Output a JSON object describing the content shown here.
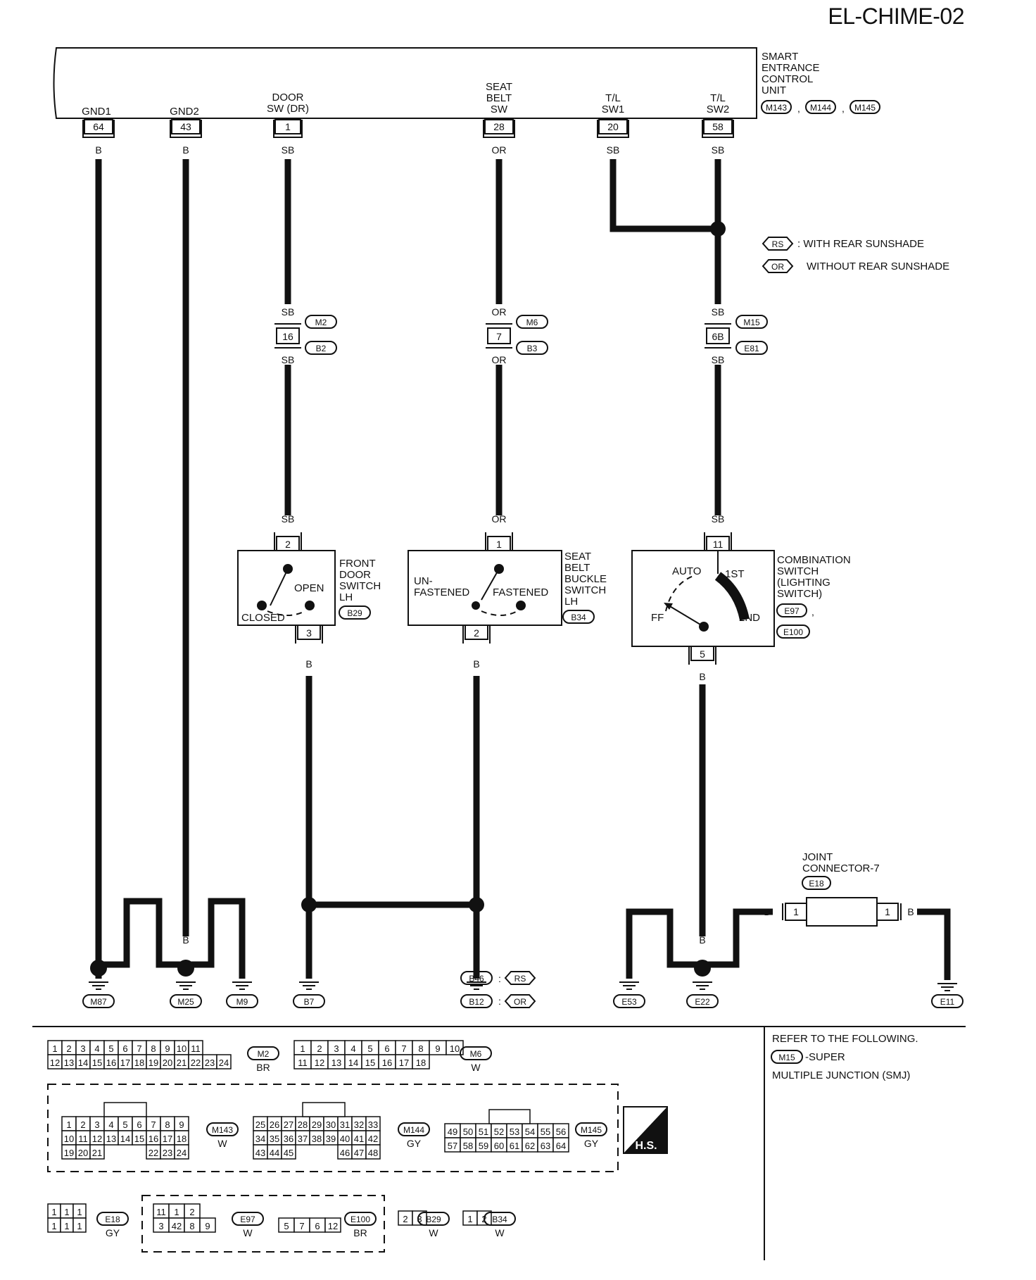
{
  "page_id": "EL-CHIME-02",
  "unit": {
    "name_lines": [
      "SMART",
      "ENTRANCE",
      "CONTROL",
      "UNIT"
    ],
    "connectors": [
      "M143",
      "M144",
      "M145"
    ],
    "terminals": [
      {
        "name": [
          "GND1"
        ],
        "pin": "64",
        "color": "B"
      },
      {
        "name": [
          "GND2"
        ],
        "pin": "43",
        "color": "B"
      },
      {
        "name": [
          "DOOR",
          "SW (DR)"
        ],
        "pin": "1",
        "color": "SB"
      },
      {
        "name": [
          "SEAT",
          "BELT",
          "SW"
        ],
        "pin": "28",
        "color": "OR"
      },
      {
        "name": [
          "T/L",
          "SW1"
        ],
        "pin": "20",
        "color": "SB"
      },
      {
        "name": [
          "T/L",
          "SW2"
        ],
        "pin": "58",
        "color": "SB"
      }
    ]
  },
  "legend": [
    {
      "tag": "RS",
      "text": ": WITH REAR SUNSHADE"
    },
    {
      "tag": "OR",
      "text": "WITHOUT REAR SUNSHADE"
    }
  ],
  "junctions": [
    {
      "pin": "16",
      "color": "SB",
      "top": "M2",
      "bottom": "B2"
    },
    {
      "pin": "7",
      "color": "OR",
      "top": "M6",
      "bottom": "B3"
    },
    {
      "pin": "6B",
      "color": "SB",
      "top": "M15",
      "bottom": "E81"
    }
  ],
  "door_switch": {
    "label": [
      "FRONT",
      "DOOR",
      "SWITCH",
      "LH"
    ],
    "connector": "B29",
    "pin_in": "2",
    "pin_out": "3",
    "states": [
      "OPEN",
      "CLOSED"
    ],
    "wire_in": "SB",
    "wire_out": "B"
  },
  "buckle_switch": {
    "label": [
      "SEAT",
      "BELT",
      "BUCKLE",
      "SWITCH",
      "LH"
    ],
    "connector": "B34",
    "pin_in": "1",
    "pin_out": "2",
    "states": [
      "UN-",
      "FASTENED",
      "FASTENED"
    ],
    "wire_in": "OR",
    "wire_out": "B"
  },
  "combo_switch": {
    "label": [
      "COMBINATION",
      "SWITCH",
      "(LIGHTING",
      "SWITCH)"
    ],
    "connectors": [
      "E97",
      "E100"
    ],
    "pin_in": "11",
    "pin_out": "5",
    "positions": [
      "AUTO",
      "1ST",
      "FF",
      "2ND"
    ],
    "wire_in": "SB",
    "wire_out": "B"
  },
  "joint": {
    "label": [
      "JOINT",
      "CONNECTOR-7"
    ],
    "connector": "E18",
    "pin_left": "1",
    "pin_right": "1",
    "wire": "B"
  },
  "grounds": [
    "M87",
    "M25",
    "M9",
    "B7",
    "B46",
    "B12",
    "E53",
    "E22",
    "E11"
  ],
  "ground_notes": [
    {
      "id": "B46",
      "tag": "RS"
    },
    {
      "id": "B12",
      "tag": "OR"
    }
  ],
  "refer": {
    "lines": [
      "REFER TO THE FOLLOWING.",
      "-SUPER",
      "MULTIPLE JUNCTION (SMJ)"
    ],
    "connector": "M15"
  },
  "hs_label": "H.S.",
  "connector_views": {
    "M2": {
      "color": "BR",
      "row1": [
        "1",
        "2",
        "3",
        "4",
        "5",
        "6",
        "7",
        "8",
        "9",
        "10",
        "11"
      ],
      "row2": [
        "12",
        "13",
        "14",
        "15",
        "16",
        "17",
        "18",
        "19",
        "20",
        "21",
        "22",
        "23",
        "24"
      ]
    },
    "M6": {
      "color": "W",
      "row1": [
        "1",
        "2",
        "3",
        "4",
        "5",
        "6",
        "7",
        "8",
        "9",
        "10"
      ],
      "row2": [
        "11",
        "12",
        "13",
        "14",
        "15",
        "16",
        "17",
        "18"
      ]
    },
    "M143": {
      "color": "W",
      "row1": [
        "1",
        "2",
        "3",
        "4",
        "5",
        "6",
        "7",
        "8",
        "9"
      ],
      "row2": [
        "10",
        "11",
        "12",
        "13",
        "14",
        "15",
        "16",
        "17",
        "18"
      ],
      "row3": [
        "19",
        "20",
        "21",
        "22",
        "23",
        "24"
      ]
    },
    "M144": {
      "color": "GY",
      "row1": [
        "25",
        "26",
        "27",
        "28",
        "29",
        "30",
        "31",
        "32",
        "33"
      ],
      "row2": [
        "34",
        "35",
        "36",
        "37",
        "38",
        "39",
        "40",
        "41",
        "42"
      ],
      "row3": [
        "43",
        "44",
        "45",
        "46",
        "47",
        "48"
      ]
    },
    "M145": {
      "color": "GY",
      "row1": [
        "49",
        "50",
        "51",
        "52",
        "53",
        "54",
        "55",
        "56"
      ],
      "row2": [
        "57",
        "58",
        "59",
        "60",
        "61",
        "62",
        "63",
        "64"
      ]
    },
    "E18": {
      "color": "GY",
      "row1": [
        "1",
        "1",
        "1"
      ],
      "row2": [
        "1",
        "1",
        "1"
      ]
    },
    "E97": {
      "color": "W",
      "row1": [
        "11",
        "1",
        "2"
      ],
      "row2": [
        "3",
        "42",
        "8",
        "9"
      ]
    },
    "E100": {
      "color": "BR",
      "row1": [
        "5",
        "7",
        "6",
        "12"
      ]
    },
    "B29": {
      "color": "W",
      "row1": [
        "2",
        "3"
      ]
    },
    "B34": {
      "color": "W",
      "row1": [
        "1",
        "2"
      ]
    }
  }
}
